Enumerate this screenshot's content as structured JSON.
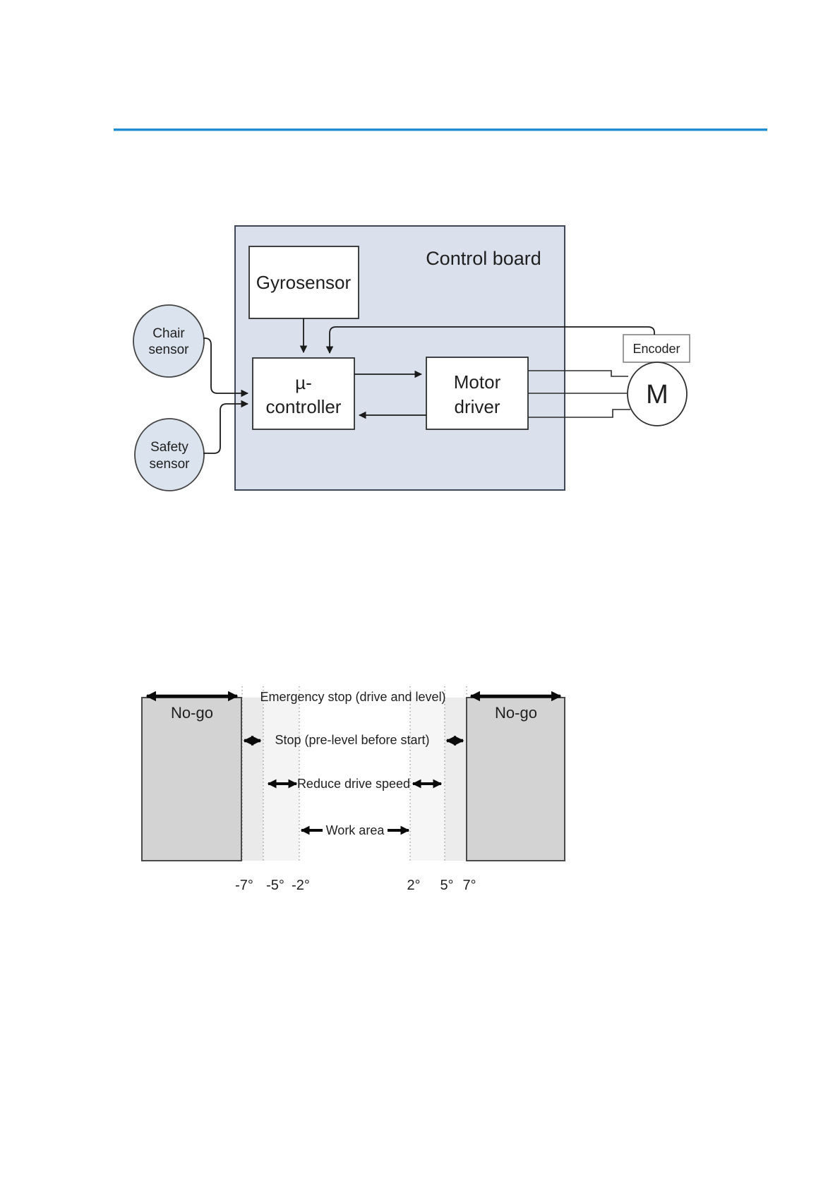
{
  "page": {
    "background": "#ffffff",
    "header_rule_color": "#1e8ed0"
  },
  "block_diagram": {
    "board": {
      "label": "Control board",
      "fill": "#dae1ec",
      "border": "#3d4756"
    },
    "gyrosensor": {
      "label": "Gyrosensor"
    },
    "mu_controller": {
      "line1": "µ-",
      "line2": "controller"
    },
    "motor_driver": {
      "line1": "Motor",
      "line2": "driver"
    },
    "encoder": {
      "label": "Encoder"
    },
    "motor": {
      "label": "M"
    },
    "chair_sensor": {
      "line1": "Chair",
      "line2": "sensor",
      "fill": "#dbe3ee"
    },
    "safety_sensor": {
      "line1": "Safety",
      "line2": "sensor",
      "fill": "#dbe3ee"
    }
  },
  "zone_diagram": {
    "no_go_left": {
      "label": "No-go",
      "fill": "#d3d3d3"
    },
    "no_go_right": {
      "label": "No-go",
      "fill": "#d3d3d3"
    },
    "zones": {
      "emergency": {
        "label": "Emergency stop (drive and level)",
        "beyond_deg": 7
      },
      "stop": {
        "label": "Stop (pre-level before start)",
        "from_deg": 5,
        "to_deg": 7
      },
      "reduce": {
        "label": "Reduce drive speed",
        "from_deg": 2,
        "to_deg": 5
      },
      "work": {
        "label": "Work area",
        "from_deg": -2,
        "to_deg": 2
      }
    },
    "boundaries_deg": [
      -7,
      -5,
      -2,
      2,
      5,
      7
    ],
    "angle_ticks": [
      "-7°",
      "-5°",
      "-2°",
      "2°",
      "5°",
      "7°"
    ]
  }
}
